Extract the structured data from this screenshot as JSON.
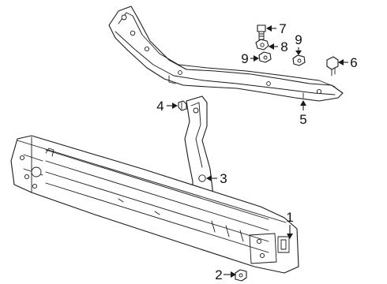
{
  "callouts": [
    {
      "id": "callout-1",
      "label": "1"
    },
    {
      "id": "callout-2",
      "label": "2"
    },
    {
      "id": "callout-3",
      "label": "3"
    },
    {
      "id": "callout-4",
      "label": "4"
    },
    {
      "id": "callout-5",
      "label": "5"
    },
    {
      "id": "callout-6",
      "label": "6"
    },
    {
      "id": "callout-7",
      "label": "7"
    },
    {
      "id": "callout-8",
      "label": "8"
    },
    {
      "id": "callout-9a",
      "label": "9"
    },
    {
      "id": "callout-9b",
      "label": "9"
    }
  ]
}
